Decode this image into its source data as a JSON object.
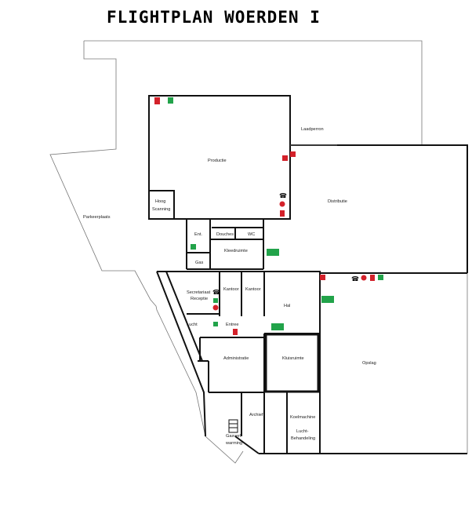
{
  "title": "FLIGHTPLAN WOERDEN I",
  "rooms": {
    "productie": "Productie",
    "hoog_scanning_1": "Hoog",
    "hoog_scanning_2": "Scanning",
    "laadperron": "Laadperron",
    "distributie": "Distributie",
    "parkeerplaats": "Parkeerplaats",
    "ent": "Ent.",
    "douches": "Douches",
    "wc": "WC",
    "kleedruimte": "Kleedruimte",
    "gas": "Gas",
    "secretariaat_1": "Secretariaat",
    "secretariaat_2": "Receptie",
    "kantoor_1": "Kantoor",
    "kantoor_2": "Kantoor",
    "hal": "Hal",
    "lucht": "Lucht",
    "entree": "Entree",
    "administratie": "Administratie",
    "kluisruimte": "Kluisruimte",
    "opslag": "Opslag",
    "archief": "Archief",
    "koelmachine": "Koelmachine",
    "luchtbehandeling_1": "Lucht-",
    "luchtbehandeling_2": "Behandeling",
    "gasverwarming_1": "Gasverl-",
    "gasverwarming_2": "warming"
  },
  "colors": {
    "safety_red": "#d3212a",
    "safety_green": "#22a34a",
    "wall": "#111111"
  },
  "icons": [
    "fire-extinguisher-icon",
    "first-aid-icon",
    "phone-icon",
    "fire-alarm-icon",
    "fire-hose-icon",
    "emergency-exit-icon",
    "stairs-icon"
  ]
}
